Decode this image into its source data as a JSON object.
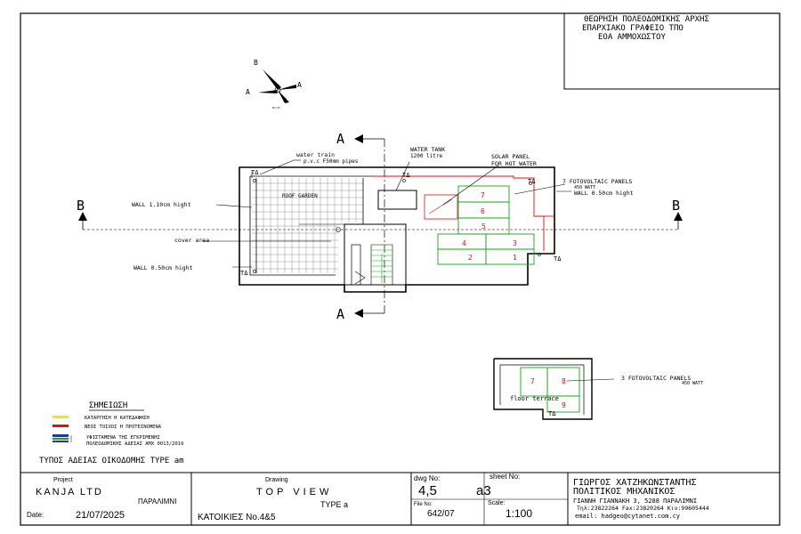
{
  "authority": {
    "line1": "ΘΕΩΡΗΣΗ ΠΟΛΕΟΔΟΜΙΚΗΣ ΑΡΧΗΣ",
    "line2": "ΕΠΑΡΧΙΑΚΟ ΓΡΑΦΕΙΟ ΤΠΟ",
    "line3": "ΕΟΑ ΑΜΜΟΧΩΣΤΟΥ"
  },
  "north_arrow": {
    "b_label": "B",
    "a_left": "A",
    "a_right": "A",
    "n_label": "N",
    "sub": "North"
  },
  "sections": {
    "a": "A",
    "b": "B"
  },
  "labels": {
    "water_train_1": "water train",
    "water_train_2": "p.v.c F50mm pipes",
    "water_tank_1": "WATER TANK",
    "water_tank_2": "1200 litre",
    "solar_1": "SOLAR PANEL",
    "solar_2": "FOR HOT WATER",
    "pv_main_1": "7 FOTOVOLTAIC PANELS",
    "pv_main_2": "450 WATT",
    "wall_050_right": "WALL 0.50cm hight",
    "wall_110": "WALL 1.10cm hight",
    "cover_area": "cover area",
    "wall_050_left": "WALL 0.50cm hight",
    "roof_garden": "ROOF GARDEN",
    "td": "ΤΔ",
    "pv_terrace_1": "3 FOTOVOLTAIC PANELS",
    "pv_terrace_2": "450 WATT",
    "floor_terrace": "floor terrace"
  },
  "panels_main": [
    "7",
    "6",
    "5",
    "4",
    "3",
    "2",
    "1"
  ],
  "panels_terrace": [
    "7",
    "8",
    "9"
  ],
  "legend": {
    "title": "ΣΗΜΕΙΩΣΗ",
    "items": [
      {
        "color": "#f2e600",
        "text": "ΚΑΤΑΡΓΗΣΗ Η ΚΑΤΕΔΑΦΗΣΗ"
      },
      {
        "color": "#e01010",
        "text": "ΝΕΟΙ ΤΟΙΧΟΙ Η ΠΡΟΤΕΙΝΟΜΕΝΑ"
      },
      {
        "color": "#1a3aa0",
        "text": "ΥΦΙΣΤΑΜΕΝΑ ΤΗΣ ΕΓΚΡΙΜΕΝΗΣ"
      },
      {
        "color": "",
        "text": "ΠΟΛΕΟΔΟΜΙΚΗΣ ΑΔΕΙΑΣ ΑΜΧ 0013/2019"
      }
    ],
    "green": "#17a317"
  },
  "permit_type": "ΤΥΠΟΣ ΑΔΕΙΑΣ ΟΙΚΟΔΟΜΗΣ TYPE am",
  "title_block": {
    "project_label": "Project",
    "project": "KANJA LTD",
    "location": "ΠΑΡΑΛΙΜΝΙ",
    "date_label": "Date:",
    "date": "21/07/2025",
    "drawing_label": "Drawing",
    "drawing": "TOP VIEW",
    "type": "TYPE a",
    "houses": "ΚΑΤΟΙΚΙΕΣ No.4&5",
    "dwg_label": "dwg No:",
    "dwg": "4,5",
    "sheet_label": "sheet No:",
    "sheet": "a3",
    "file_label": "File No:",
    "file": "642/07",
    "scale_label": "Scale:",
    "scale": "1:100",
    "eng_name": "ΓΙΩΡΓΟΣ ΧΑΤΖΗΚΩΝΣΤΑΝΤΗΣ",
    "eng_title": "ΠΟΛΙΤΙΚΟΣ ΜΗΧΑΝΙΚΟΣ",
    "eng_address": "ΓΙΑΝΝΗ ΓΙΑΝΝΑΚΗ 3, 5288 ΠΑΡΑΛΙΜΝΙ",
    "eng_phone": "Τηλ:23822264 Fax:23820264 Κιν:99605444",
    "eng_email": "email: hadgeo@cytanet.com.cy"
  },
  "colors": {
    "red": "#e01010",
    "green": "#17a317",
    "line": "#000000"
  }
}
